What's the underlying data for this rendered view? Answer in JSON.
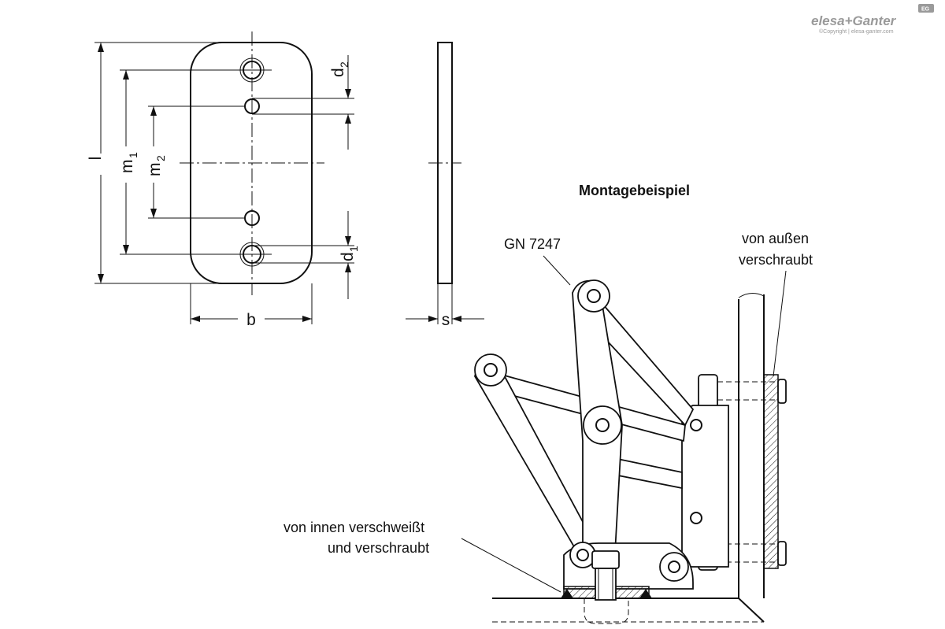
{
  "brand": {
    "name": "elesa+Ganter",
    "badge": "EG",
    "copyright": "©Copyright | elesa-ganter.com"
  },
  "dimensions": {
    "l": "l",
    "m1": "m",
    "m1_sub": "1",
    "m2": "m",
    "m2_sub": "2",
    "d1": "d",
    "d1_sub": "1",
    "d2": "d",
    "d2_sub": "2",
    "b": "b",
    "s": "s"
  },
  "example": {
    "title": "Montagebeispiel",
    "part_number": "GN 7247",
    "outside_line1": "von außen",
    "outside_line2": "verschraubt",
    "inside_line1": "von innen verschweißt",
    "inside_line2": "und verschraubt"
  },
  "colors": {
    "line": "#111111",
    "logo": "#9a9a9a"
  }
}
